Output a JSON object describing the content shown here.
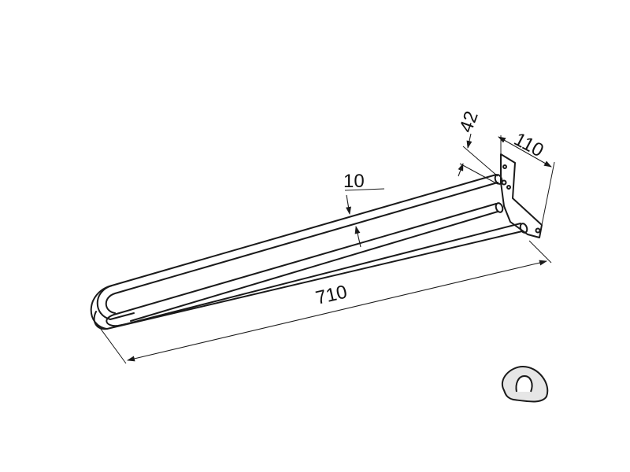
{
  "dimensions": {
    "length": "710",
    "plate_height": "110",
    "rod_spacing": "42",
    "rod_diameter": "10"
  },
  "colors": {
    "line": "#1a1a1a",
    "background": "#ffffff",
    "foot_fill": "#e6e6e6"
  }
}
